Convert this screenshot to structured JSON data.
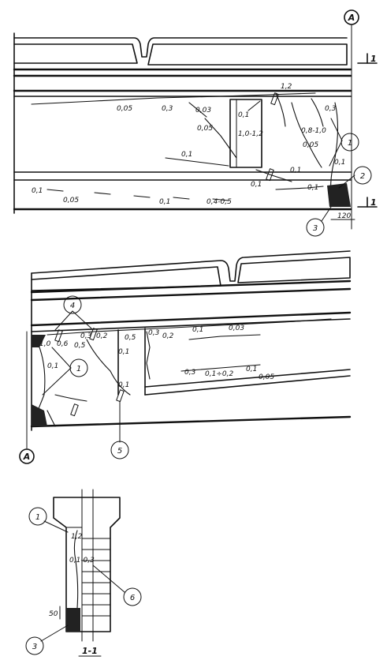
{
  "axis_label": "A",
  "section_mark": "1",
  "section_caption": "1-1",
  "dimension_120": "120",
  "dimension_50": "50",
  "top_view": {
    "crack_widths": [
      "1,2",
      "0,05",
      "0,3",
      "0,03",
      "0,1",
      "0,3",
      "0,8-1,0",
      "0,05",
      "1,0-1,2",
      "0,05",
      "0,1",
      "0,1",
      "0,1",
      "0,1",
      "0,1",
      "0,05",
      "0,1",
      "0,4-0,5",
      "0,1"
    ],
    "callouts": [
      "1",
      "2",
      "3"
    ]
  },
  "middle_view": {
    "crack_widths": [
      "1,0",
      "0,6",
      "0,3",
      "0,5",
      "0,2",
      "0,5",
      "0,3",
      "0,2",
      "0,1",
      "0,03",
      "0,1",
      "0,1",
      "0,3",
      "0,1÷0,2",
      "0,1",
      "0,05",
      "0,1"
    ],
    "callouts": [
      "4",
      "1",
      "5"
    ]
  },
  "section_view": {
    "crack_widths": [
      "1,2",
      "0,1-0,3"
    ],
    "callouts": [
      "1",
      "6",
      "3"
    ]
  }
}
